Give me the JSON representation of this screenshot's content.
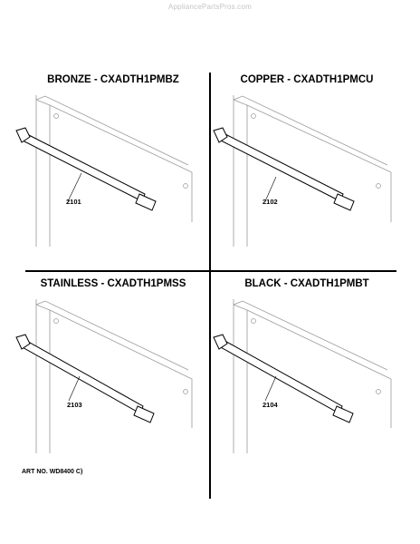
{
  "watermark": "AppliancePartsPros.com",
  "panels": [
    {
      "title": "BRONZE - CXADTH1PMBZ",
      "part_number": "2101"
    },
    {
      "title": "COPPER - CXADTH1PMCU",
      "part_number": "2102"
    },
    {
      "title": "STAINLESS - CXADTH1PMSS",
      "part_number": "2103"
    },
    {
      "title": "BLACK - CXADTH1PMBT",
      "part_number": "2104"
    }
  ],
  "art_no": "ART NO. WD8400 C)"
}
